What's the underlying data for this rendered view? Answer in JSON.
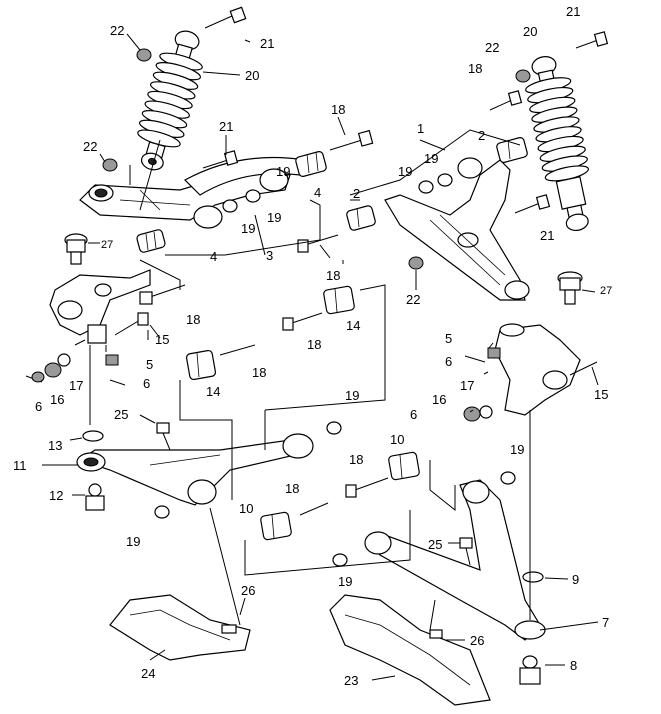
{
  "labels": {
    "l22a": "22",
    "l21a": "21",
    "l20a": "20",
    "l22b": "22",
    "l21b": "21",
    "l18a": "18",
    "l19a": "19",
    "l4a": "4",
    "l19b": "19",
    "l19c": "19",
    "l3": "3",
    "l4b": "4",
    "l27a": "27",
    "l1": "1",
    "l2a": "2",
    "l19d": "19",
    "l19e": "19",
    "l2b": "2",
    "l18b": "18",
    "l22c": "22",
    "l21c": "21",
    "l20b": "20",
    "l22d": "22",
    "l18c": "18",
    "l21d": "21",
    "l27b": "27",
    "l18d": "18",
    "l15a": "15",
    "l14a": "14",
    "l18e": "18",
    "l5a": "5",
    "l6a": "6",
    "l17a": "17",
    "l16a": "16",
    "l6b": "6",
    "l14b": "14",
    "l18f": "18",
    "l5b": "5",
    "l6c": "6",
    "l17b": "17",
    "l15b": "15",
    "l16b": "16",
    "l6d": "6",
    "l19f": "19",
    "l25a": "25",
    "l13": "13",
    "l11": "11",
    "l10a": "10",
    "l19g": "19",
    "l18g": "18",
    "l12": "12",
    "l18h": "18",
    "l19h": "19",
    "l10b": "10",
    "l25b": "25",
    "l19i": "19",
    "l9": "9",
    "l26a": "26",
    "l7": "7",
    "l26b": "26",
    "l24": "24",
    "l8": "8",
    "l23": "23"
  }
}
